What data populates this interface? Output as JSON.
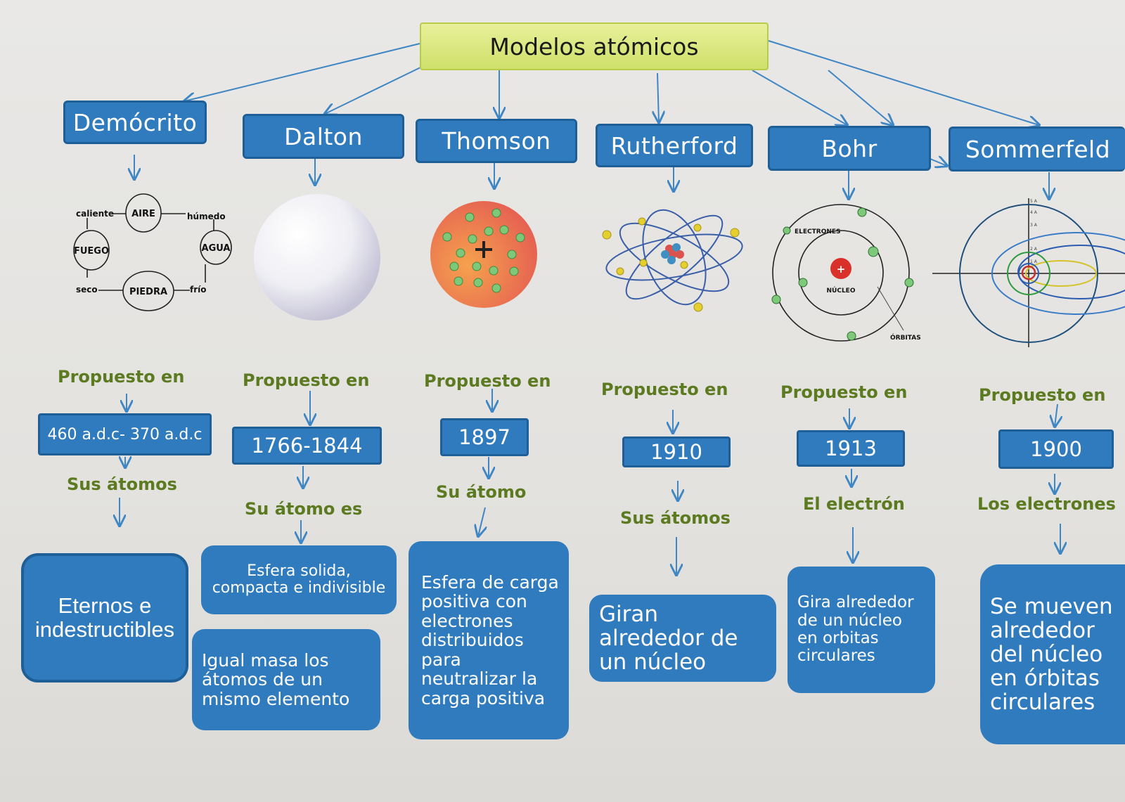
{
  "title": "Modelos atómicos",
  "proposed_label": "Propuesto en",
  "colors": {
    "box": "#2f7bbd",
    "root": "#d8e57a",
    "label": "#5c7a1f",
    "arrow": "#3f86c4"
  },
  "models": [
    {
      "name": "Demócrito",
      "year": "460 a.d.c- 370 a.d.c",
      "relation": "Sus átomos",
      "descriptions": [
        "Eternos e indestructibles"
      ]
    },
    {
      "name": "Dalton",
      "year": "1766-1844",
      "relation": "Su átomo es",
      "descriptions": [
        "Esfera solida, compacta e indivisible",
        "Igual masa  los átomos de un mismo elemento"
      ]
    },
    {
      "name": "Thomson",
      "year": "1897",
      "relation": "Su átomo",
      "descriptions": [
        "Esfera de carga positiva con electrones distribuidos para neutralizar la carga positiva"
      ]
    },
    {
      "name": "Rutherford",
      "year": "1910",
      "relation": "Sus átomos",
      "descriptions": [
        "Giran alrededor de un núcleo"
      ]
    },
    {
      "name": "Bohr",
      "year": "1913",
      "relation": "El electrón",
      "descriptions": [
        "Gira alrededor de un núcleo en orbitas circulares"
      ]
    },
    {
      "name": "Sommerfeld",
      "year": "1900",
      "relation": "Los electrones",
      "descriptions": [
        "Se mueven alrededor del núcleo en órbitas circulares"
      ]
    }
  ],
  "democrito_diagram": {
    "air": "AIRE",
    "water": "AGUA",
    "fire": "FUEGO",
    "stone": "PIEDRA",
    "hot": "caliente",
    "wet": "húmedo",
    "dry": "seco",
    "cold": "frío"
  },
  "bohr_diagram": {
    "electrons": "ELECTRONES",
    "nucleus": "NÚCLEO",
    "orbits": "ÓRBITAS"
  },
  "sommerfeld_scale": [
    "5 A",
    "4 A",
    "3 A",
    "2 A",
    "1 A"
  ]
}
